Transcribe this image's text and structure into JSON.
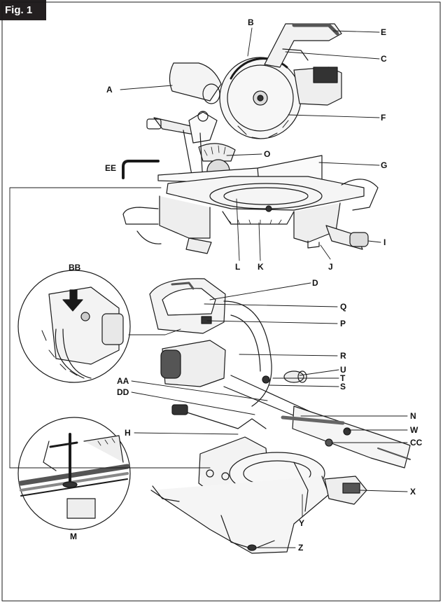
{
  "figure": {
    "tab": "Fig. 1"
  },
  "callouts": {
    "A": "A",
    "B": "B",
    "C": "C",
    "E": "E",
    "F": "F",
    "G": "G",
    "O": "O",
    "EE": "EE",
    "I": "I",
    "L": "L",
    "K": "K",
    "J": "J",
    "BB": "BB",
    "D": "D",
    "Q": "Q",
    "P": "P",
    "R": "R",
    "U": "U",
    "T": "T",
    "S": "S",
    "AA": "AA",
    "DD": "DD",
    "N": "N",
    "H": "H",
    "W": "W",
    "CC": "CC",
    "X": "X",
    "Y": "Y",
    "M": "M",
    "Z": "Z"
  }
}
